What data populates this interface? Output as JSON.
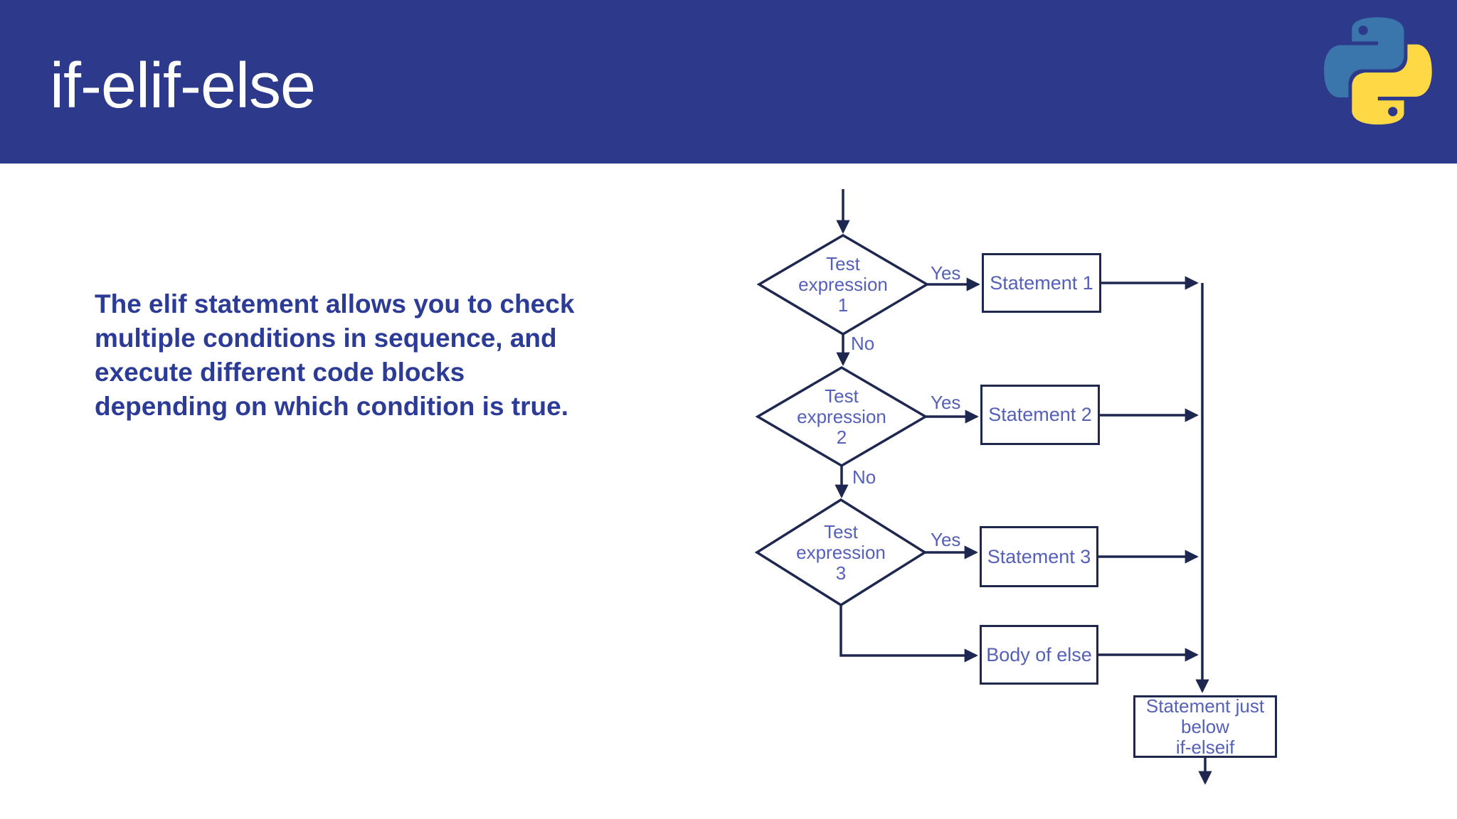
{
  "slide": {
    "title": "if-elif-else",
    "body_text": "The elif statement allows you to check\nmultiple conditions in sequence, and\nexecute different code blocks\ndepending on which condition is true."
  },
  "icons": {
    "top_right": "python-logo"
  },
  "colors": {
    "header_bg": "#2d3a8c",
    "title_text": "#ffffff",
    "body_text": "#2c3c96",
    "flow_line": "#1e2750",
    "flow_text": "#5560b8",
    "python_blue": "#3a76ab",
    "python_yellow": "#ffd845"
  },
  "flowchart": {
    "diamonds": [
      {
        "label": "Test\nexpression\n1"
      },
      {
        "label": "Test\nexpression\n2"
      },
      {
        "label": "Test\nexpression\n3"
      }
    ],
    "boxes": [
      {
        "label": "Statement 1"
      },
      {
        "label": "Statement 2"
      },
      {
        "label": "Statement 3"
      },
      {
        "label": "Body of else"
      },
      {
        "label": "Statement just\nbelow\nif-elseif"
      }
    ],
    "edge_labels": [
      {
        "text": "Yes"
      },
      {
        "text": "No"
      },
      {
        "text": "Yes"
      },
      {
        "text": "No"
      },
      {
        "text": "Yes"
      }
    ]
  }
}
